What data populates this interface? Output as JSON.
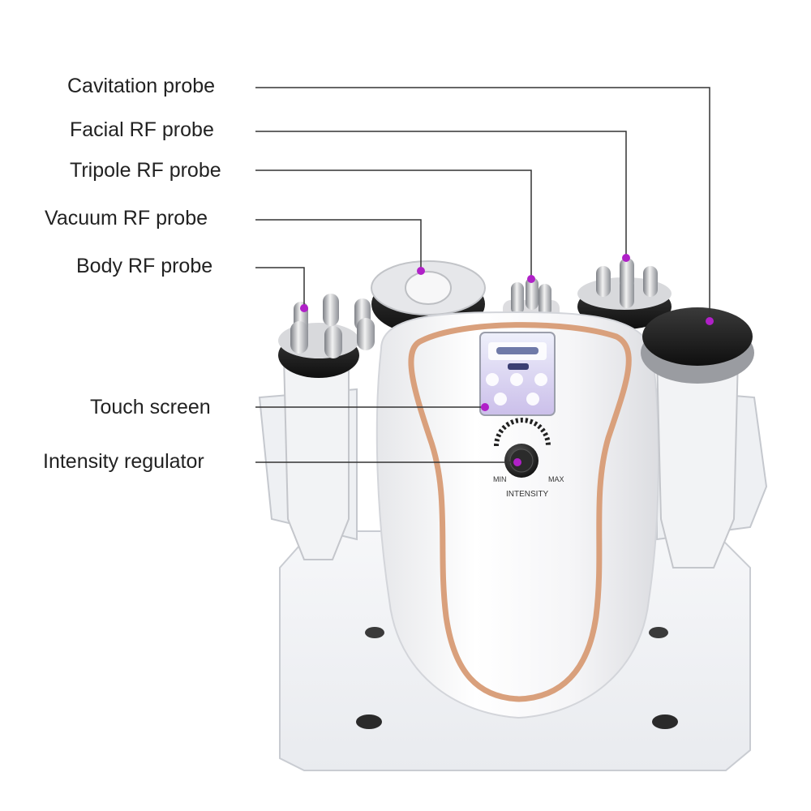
{
  "callouts": {
    "cavitation": "Cavitation probe",
    "facial_rf": "Facial RF probe",
    "tripole_rf": "Tripole RF probe",
    "vacuum_rf": "Vacuum RF probe",
    "body_rf": "Body RF probe",
    "touch_screen": "Touch screen",
    "intensity_regulator": "Intensity regulator"
  },
  "dial": {
    "min": "MIN",
    "max": "MAX",
    "caption": "INTENSITY"
  },
  "colors": {
    "leader_line": "#333333",
    "marker_dot": "#b020c8",
    "rose_gold_trim": "#d9a07c",
    "device_body": "#f4f4f6",
    "probe_head": "#1c1c1c",
    "screen_accent": "#7a5cc8"
  }
}
